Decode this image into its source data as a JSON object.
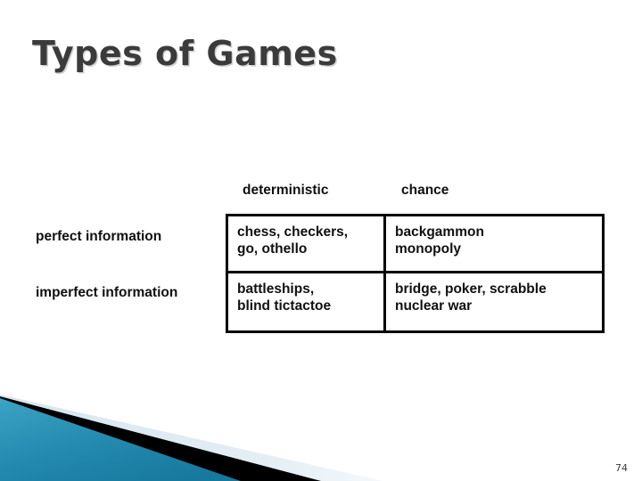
{
  "slide": {
    "title": "Types of Games",
    "page_number": "74",
    "title_color": "#3b3b3b",
    "background_color": "#ffffff"
  },
  "matrix": {
    "column_headers": [
      "deterministic",
      "chance"
    ],
    "row_headers": [
      "perfect information",
      "imperfect information"
    ],
    "cells": [
      [
        "chess, checkers,\ngo, othello",
        "backgammon\nmonopoly"
      ],
      [
        "battleships,\nblind tictactoe",
        "bridge, poker, scrabble\nnuclear war"
      ]
    ],
    "border_color": "#000000"
  },
  "decoration": {
    "teal_light": "#3ba3c4",
    "teal_dark": "#17799e",
    "black": "#000000",
    "pale_blue": "#dce8ef"
  },
  "chart_data": {
    "type": "table",
    "title": "Types of Games",
    "columns": [
      "",
      "deterministic",
      "chance"
    ],
    "rows": [
      [
        "perfect information",
        "chess, checkers, go, othello",
        "backgammon monopoly"
      ],
      [
        "imperfect information",
        "battleships, blind tictactoe",
        "bridge, poker, scrabble nuclear war"
      ]
    ]
  }
}
